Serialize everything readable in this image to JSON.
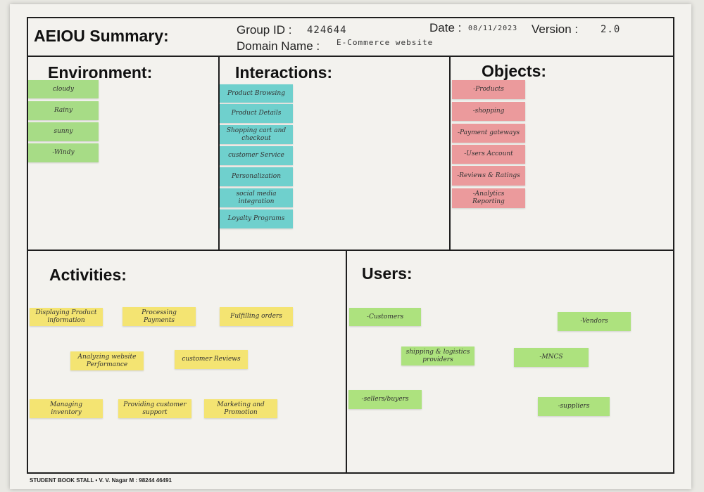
{
  "header": {
    "title": "AEIOU Summary:",
    "group_id_label": "Group ID :",
    "group_id_value": "424644",
    "date_label": "Date :",
    "date_value": "08/11/2023",
    "version_label": "Version :",
    "version_value": "2.0",
    "domain_label": "Domain Name :",
    "domain_value": "E-Commerce website"
  },
  "sections": {
    "environment": {
      "title": "Environment:",
      "notes": [
        "cloudy",
        "Rainy",
        "sunny",
        "-Windy"
      ]
    },
    "interactions": {
      "title": "Interactions:",
      "notes": [
        "Product Browsing",
        "Product Details",
        "Shopping cart and checkout",
        "customer Service",
        "Personalization",
        "social media integration",
        "Loyalty Programs"
      ]
    },
    "objects": {
      "title": "Objects:",
      "notes": [
        "-Products",
        "-shopping",
        "-Payment gateways",
        "-Users Account",
        "-Reviews & Ratings",
        "-Analytics Reporting"
      ]
    },
    "activities": {
      "title": "Activities:",
      "notes": [
        "Displaying Product information",
        "Processing Payments",
        "Fulfilling orders",
        "Analyzing website Performance",
        "customer Reviews",
        "Managing inventory",
        "Providing customer support",
        "Marketing and Promotion"
      ]
    },
    "users": {
      "title": "Users:",
      "notes": [
        "-Customers",
        "-Vendors",
        "shipping & logistics providers",
        "-MNCS",
        "-sellers/buyers",
        "-suppliers"
      ]
    }
  },
  "footer": {
    "text": "STUDENT BOOK STALL • V. V. Nagar M : 98244 46491"
  },
  "colors": {
    "environment_note": "#a7dc86",
    "interaction_note": "#6fd0cd",
    "object_note": "#eb9a9c",
    "activity_note": "#f4e472",
    "user_note": "#ade27e"
  }
}
